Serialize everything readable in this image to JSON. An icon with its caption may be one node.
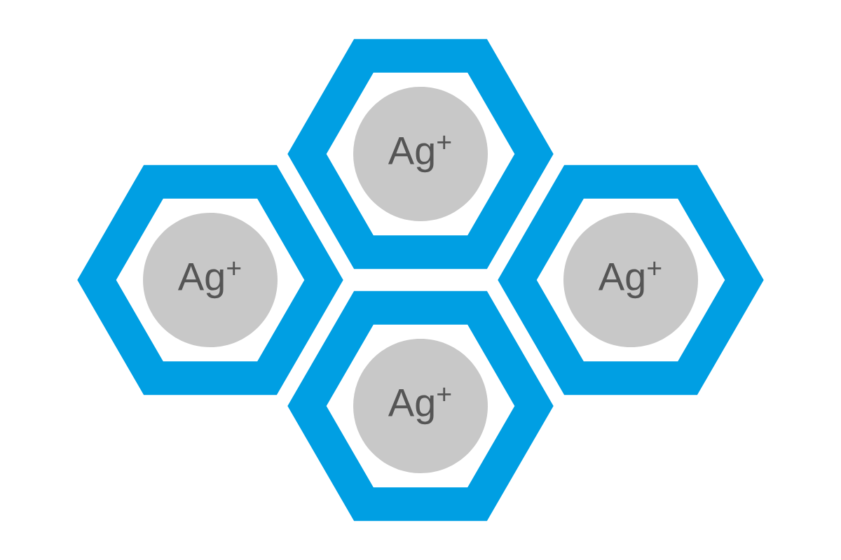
{
  "diagram": {
    "nodes": [
      {
        "text": [],
        "shape": "hexagon"
      },
      {
        "text": [
          "Ag$^{+}$"
        ],
        "in": 0
      },
      {
        "text": [],
        "shape": "hexagon"
      },
      {
        "text": [
          "Ag$^{+}$"
        ],
        "in": 2
      },
      {
        "text": [],
        "shape": "hexagon"
      },
      {
        "text": [
          "Ag$^{+}$"
        ],
        "in": 4
      },
      {
        "text": [],
        "shape": "hexagon"
      },
      {
        "text": [
          "Ag$^{+}$"
        ],
        "in": 6
      }
    ]
  }
}
